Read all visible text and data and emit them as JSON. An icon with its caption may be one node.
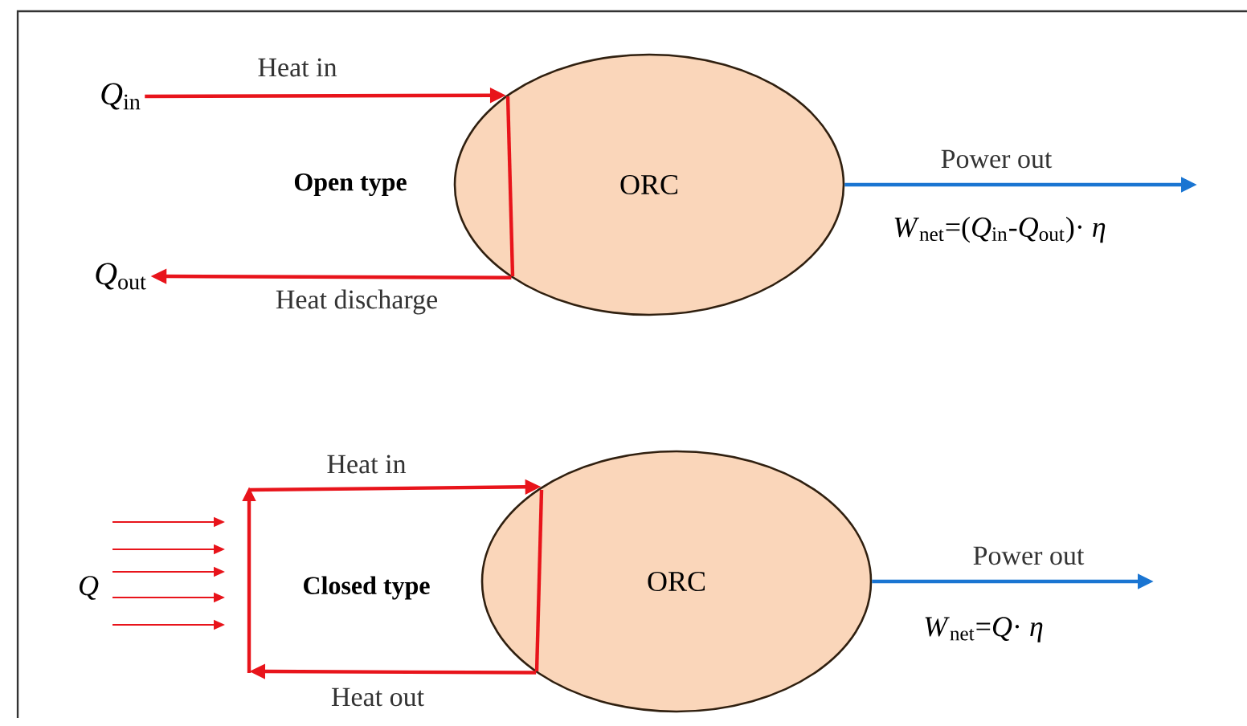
{
  "diagram": {
    "nodes": [
      {
        "text": [
          "*Q*$_{in}$"
        ]
      },
      {
        "text": [
          "ORC"
        ]
      },
      {
        "text": [
          "*Q*$_{out}$"
        ]
      },
      {
        "text": [
          "ORC"
        ]
      }
    ],
    "edges": [
      {
        "from": 0,
        "to": 1,
        "arrow": "to",
        "label": "Heat in"
      },
      {
        "from": 1,
        "to": 2,
        "arrow": "to",
        "label": "Heat discharge"
      },
      {
        "from": 1,
        "to": null,
        "arrow": "to",
        "label": "Power out",
        "color": "#1a75d2"
      },
      {
        "from": null,
        "to": 3,
        "arrow": "to",
        "label": "Heat in"
      },
      {
        "from": 3,
        "to": null,
        "arrow": "to",
        "label": "Heat out"
      },
      {
        "from": 3,
        "to": null,
        "arrow": "to",
        "label": "Power out",
        "color": "#1a75d2"
      }
    ],
    "labels": [
      "Open type",
      "*W*$_{net}$=(*Q*$_{in}$-*Q*$_{out}$)· *η*",
      "*Q*",
      "Closed type",
      "*W*$_{net}$=*Q*· *η*"
    ]
  }
}
